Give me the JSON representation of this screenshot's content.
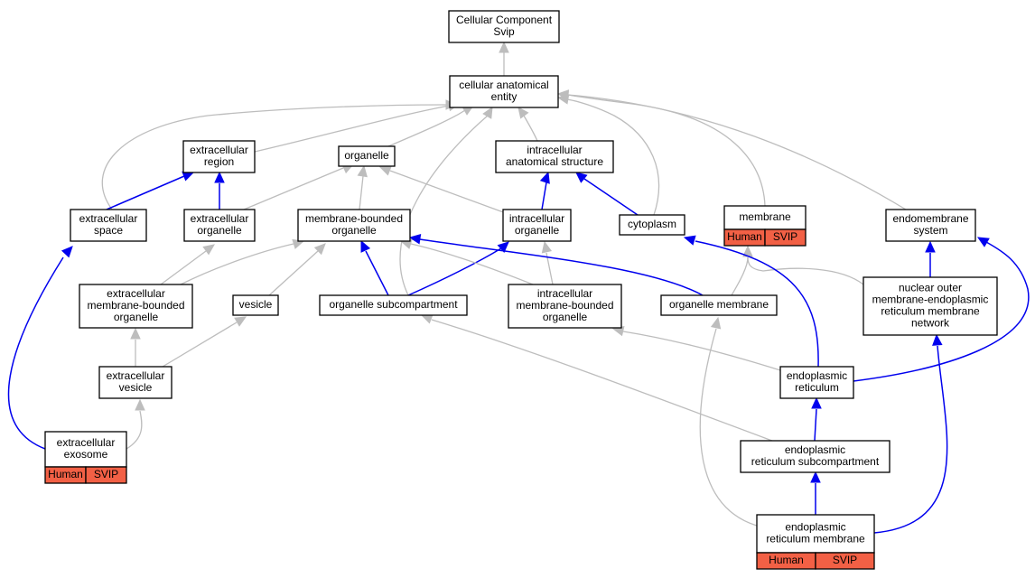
{
  "colors": {
    "is_a_edge": "#bdbdbd",
    "part_of_edge": "#0000ee",
    "annotation_tag": "#f26045"
  },
  "nodes": {
    "root": {
      "lines": [
        "Cellular Component",
        "Svip"
      ]
    },
    "cae": {
      "lines": [
        "cellular anatomical",
        "entity"
      ]
    },
    "exreg": {
      "lines": [
        "extracellular",
        "region"
      ]
    },
    "organelle": {
      "lines": [
        "organelle"
      ]
    },
    "ias": {
      "lines": [
        "intracellular",
        "anatomical structure"
      ]
    },
    "exspace": {
      "lines": [
        "extracellular",
        "space"
      ]
    },
    "exorg": {
      "lines": [
        "extracellular",
        "organelle"
      ]
    },
    "mbo": {
      "lines": [
        "membrane-bounded",
        "organelle"
      ]
    },
    "intorg": {
      "lines": [
        "intracellular",
        "organelle"
      ]
    },
    "cytoplasm": {
      "lines": [
        "cytoplasm"
      ]
    },
    "membrane": {
      "lines": [
        "membrane"
      ],
      "tags": [
        "Human",
        "SVIP"
      ]
    },
    "endomem": {
      "lines": [
        "endomembrane",
        "system"
      ]
    },
    "exmbo": {
      "lines": [
        "extracellular",
        "membrane-bounded",
        "organelle"
      ]
    },
    "vesicle": {
      "lines": [
        "vesicle"
      ]
    },
    "osub": {
      "lines": [
        "organelle subcompartment"
      ]
    },
    "imbo": {
      "lines": [
        "intracellular",
        "membrane-bounded",
        "organelle"
      ]
    },
    "omem": {
      "lines": [
        "organelle membrane"
      ]
    },
    "nuc": {
      "lines": [
        "nuclear outer",
        "membrane-endoplasmic",
        "reticulum membrane",
        "network"
      ]
    },
    "exves": {
      "lines": [
        "extracellular",
        "vesicle"
      ]
    },
    "er": {
      "lines": [
        "endoplasmic",
        "reticulum"
      ]
    },
    "exo": {
      "lines": [
        "extracellular",
        "exosome"
      ],
      "tags": [
        "Human",
        "SVIP"
      ]
    },
    "ersub": {
      "lines": [
        "endoplasmic",
        "reticulum subcompartment"
      ]
    },
    "ermem": {
      "lines": [
        "endoplasmic",
        "reticulum membrane"
      ],
      "tags": [
        "Human",
        "SVIP"
      ]
    }
  }
}
